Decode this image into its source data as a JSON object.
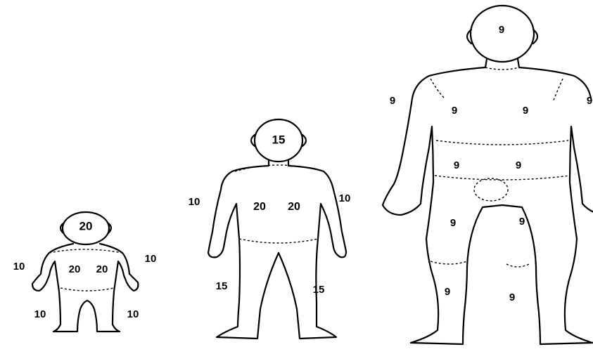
{
  "infant": {
    "head": "20",
    "arm_left": "10",
    "arm_right": "10",
    "trunk_front_left": "20",
    "trunk_front_right": "20",
    "leg_left": "10",
    "leg_right": "10"
  },
  "child": {
    "head": "15",
    "arm_left": "10",
    "arm_right": "10",
    "trunk_front_left": "20",
    "trunk_front_right": "20",
    "leg_left": "15",
    "leg_right": "15"
  },
  "adult": {
    "head": "9",
    "arm_left": "9",
    "arm_right": "9",
    "chest_left": "9",
    "chest_right": "9",
    "abdomen_left": "9",
    "abdomen_right": "9",
    "thigh_left": "9",
    "thigh_right": "9",
    "lower_leg_left": "9",
    "lower_leg_right": "9"
  }
}
